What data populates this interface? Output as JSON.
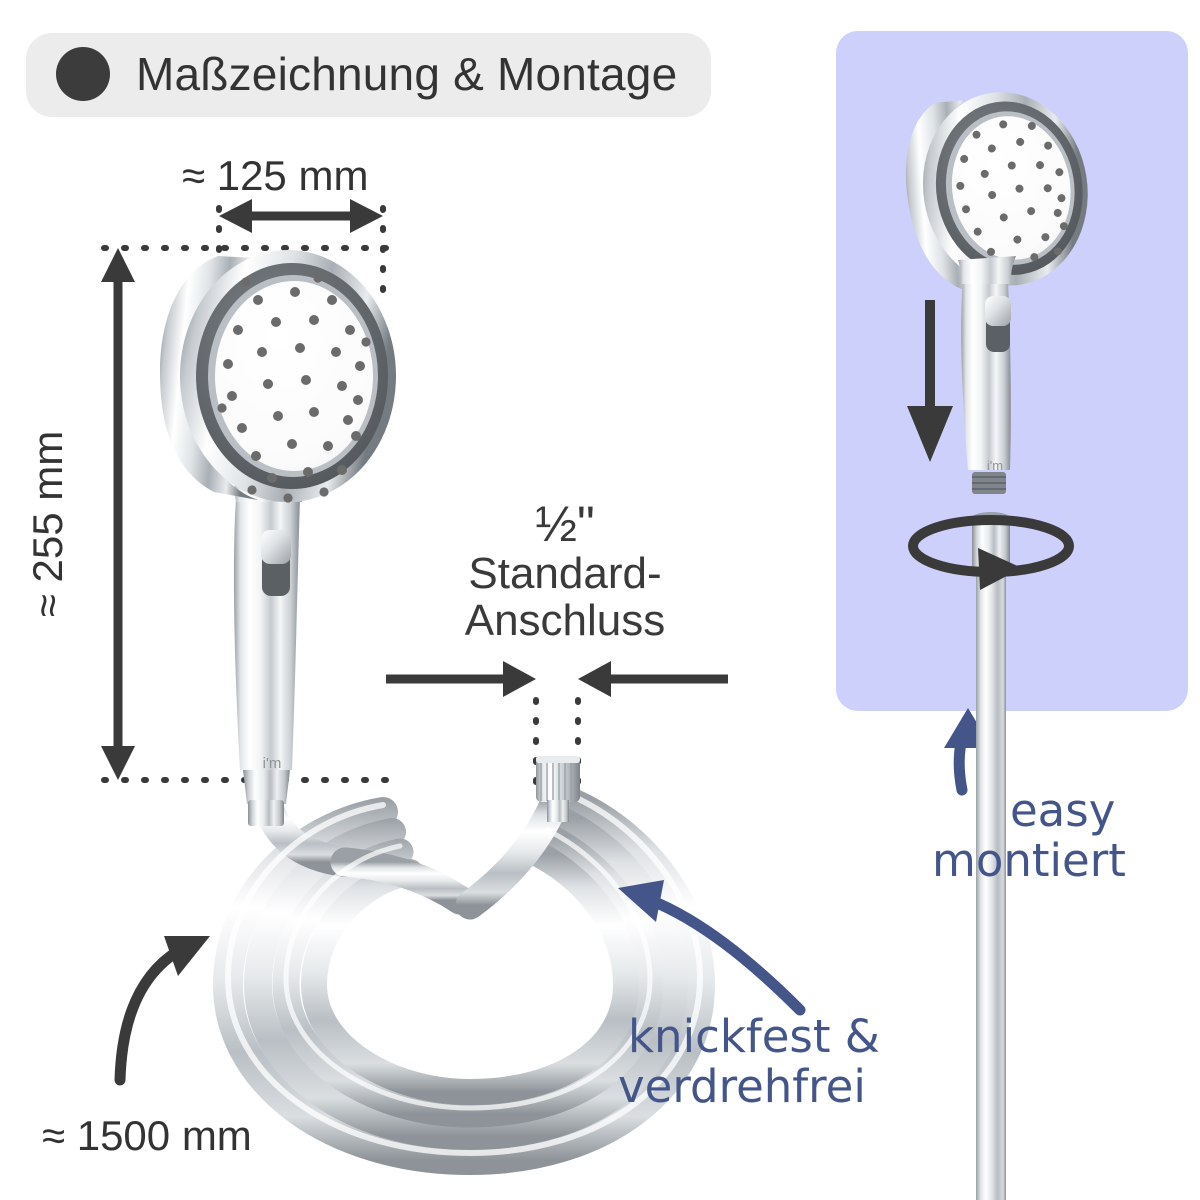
{
  "header": {
    "badge_label": "Maßzeichnung & Montage",
    "bullet_icon": "filled-circle-icon",
    "pill_bg": "#ececec",
    "text_color": "#333333"
  },
  "dimensions": {
    "width_label": "≈ 125 mm",
    "height_label": "≈ 255 mm",
    "hose_length_label": "≈ 1500 mm",
    "line_color": "#3a3a3a"
  },
  "connector": {
    "fraction": "½\"",
    "line1": "Standard-",
    "line2": "Anschluss"
  },
  "annotations": {
    "hose": {
      "line1": "knickfest &",
      "line2": "verdrehfrei",
      "color": "#44558a"
    },
    "mounting": {
      "line1": "easy",
      "line2": "montiert",
      "color": "#44558a"
    }
  },
  "montage_panel": {
    "background": "#cdd0fb",
    "down_arrow_icon": "arrow-down-icon",
    "rotate_icon": "rotate-ring-icon"
  },
  "product": {
    "brand_mark": "i'm",
    "head_face_color": "#ffffff",
    "nozzle_color": "#6b6b6b",
    "chrome_light": "#ffffff",
    "chrome_mid": "#c9cdd1",
    "chrome_dark": "#6d7378"
  }
}
